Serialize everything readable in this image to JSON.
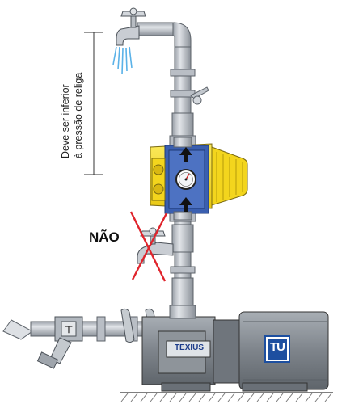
{
  "annotation": {
    "line1": "Deve ser inferior",
    "line2": "à pressão de religa"
  },
  "warning_label": "NÃO",
  "pump": {
    "brand_label": "TEXIUS",
    "logo_letters": "TU"
  },
  "colors": {
    "pipe": "#c9cdd3",
    "pipe_shadow": "#8e949c",
    "controller_yellow": "#f6dc2c",
    "controller_blue": "#3a5fb0",
    "pump_body": "#7f858c",
    "motor_body": "#8c9298",
    "logo_blue": "#1d4fa0",
    "cross_red": "#e0242c",
    "water_blue": "#5bb2e8"
  },
  "icons": [
    "faucet-icon",
    "arrow-up-icon",
    "pressure-gauge-icon",
    "cross-out-icon",
    "strainer-icon"
  ]
}
